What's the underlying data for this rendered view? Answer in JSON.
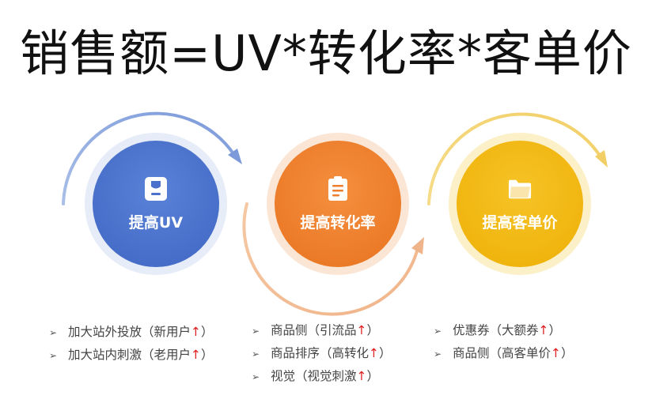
{
  "title": "销售额=UV*转化率*客单价",
  "colors": {
    "blue": "#4a72cc",
    "orange": "#ee7f2e",
    "yellow": "#f2b810",
    "arrow_up": "#e02020"
  },
  "nodes": [
    {
      "label": "提高UV",
      "icon": "clipboard-badge-icon"
    },
    {
      "label": "提高转化率",
      "icon": "document-icon"
    },
    {
      "label": "提高客单价",
      "icon": "folder-icon"
    }
  ],
  "groups": [
    {
      "items": [
        {
          "text": "加大站外投放（新用户",
          "close": "）"
        },
        {
          "text": "加大站内刺激（老用户",
          "close": "）"
        }
      ]
    },
    {
      "items": [
        {
          "text": "商品侧（引流品",
          "close": "）"
        },
        {
          "text": "商品排序（高转化",
          "close": "）"
        },
        {
          "text": "视觉（视觉刺激",
          "close": "）"
        }
      ]
    },
    {
      "items": [
        {
          "text": "优惠券（大额券",
          "close": "）"
        },
        {
          "text": "商品侧（高客单价",
          "close": "）"
        }
      ]
    }
  ],
  "bullet_glyph": "➢",
  "up_arrow_glyph": "↑"
}
